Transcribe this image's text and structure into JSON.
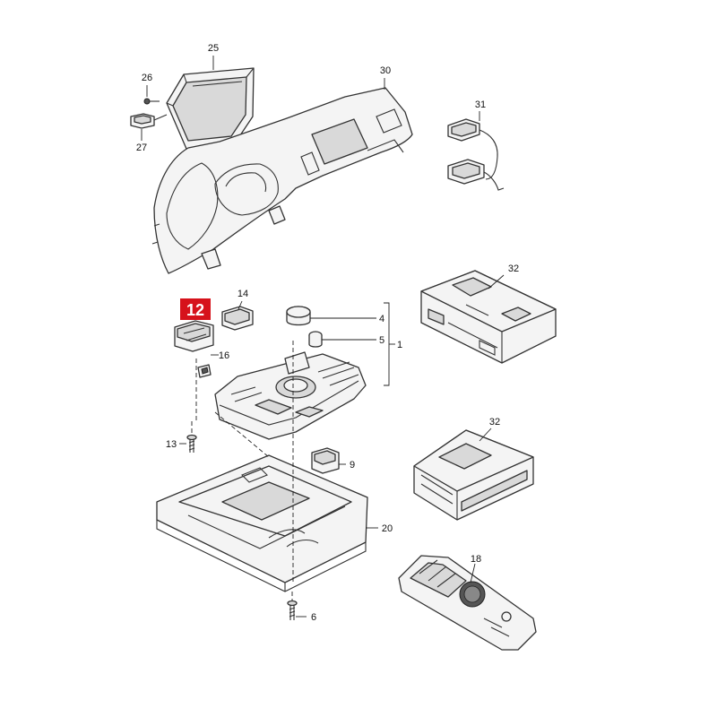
{
  "labels": {
    "n25": "25",
    "n26": "26",
    "n27": "27",
    "n30": "30",
    "n31": "31",
    "n32a": "32",
    "n32b": "32",
    "n12": "12",
    "n14": "14",
    "n16": "16",
    "n4": "4",
    "n5": "5",
    "n1": "1",
    "n13": "13",
    "n9": "9",
    "n20": "20",
    "n18": "18",
    "n6": "6"
  },
  "colors": {
    "highlight": "#d6121b",
    "line": "#333333"
  }
}
